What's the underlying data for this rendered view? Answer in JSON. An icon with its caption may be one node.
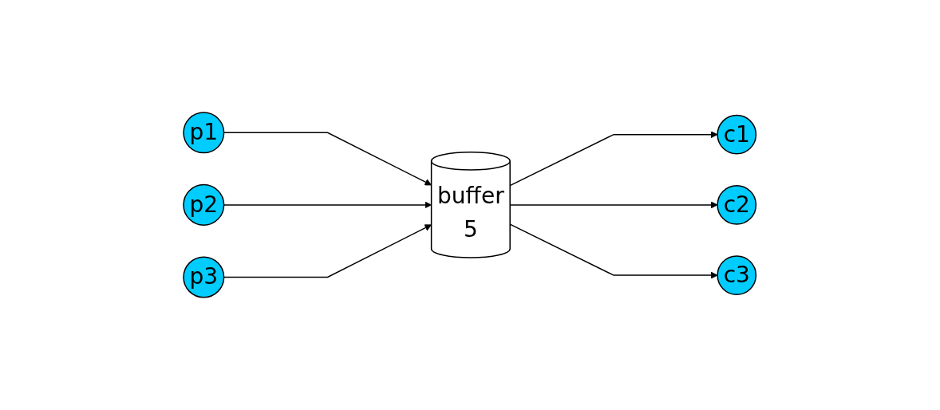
{
  "diagram": {
    "nodes": [
      {
        "text": [
          "p1"
        ]
      },
      {
        "text": [
          "p2"
        ]
      },
      {
        "text": [
          "p3"
        ]
      },
      {
        "text": [
          "buffer",
          "5"
        ]
      },
      {
        "text": [
          "c1"
        ]
      },
      {
        "text": [
          "c2"
        ]
      },
      {
        "text": [
          "c3"
        ]
      }
    ],
    "edges": [
      {
        "from": 0,
        "to": 3,
        "arrow": "to"
      },
      {
        "from": 1,
        "to": 3,
        "arrow": "to"
      },
      {
        "from": 2,
        "to": 3,
        "arrow": "to"
      },
      {
        "from": 3,
        "to": 4,
        "arrow": "to"
      },
      {
        "from": 3,
        "to": 5,
        "arrow": "to"
      },
      {
        "from": 3,
        "to": 6,
        "arrow": "to"
      }
    ]
  }
}
